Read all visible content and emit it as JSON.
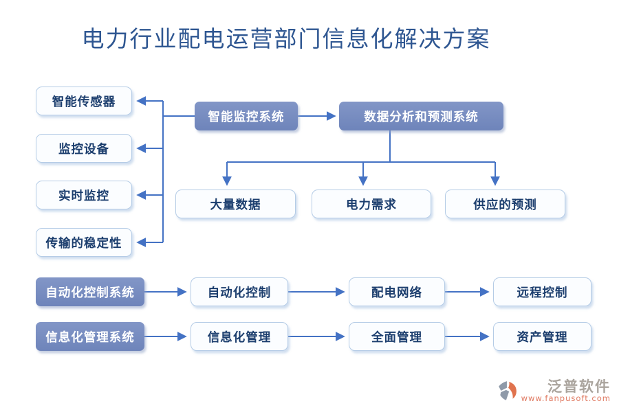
{
  "title": "电力行业配电运营部门信息化解决方案",
  "colors": {
    "title_text": "#2e5691",
    "connector": "#4472c4",
    "solid_box_fill": "#7589bf",
    "solid_box_text": "#ffffff",
    "light_box_border": "#b5cce6",
    "light_box_text": "#1c3e6e",
    "logo_gray": "#8f9aa9",
    "logo_orange": "#e0734e",
    "logo_url_color": "#e07a62"
  },
  "monitoring_flow": {
    "hub": "智能监控系统",
    "analysis": "数据分析和预测系统",
    "inputs": [
      "智能传感器",
      "监控设备",
      "实时监控",
      "传输的稳定性"
    ],
    "outputs": [
      "大量数据",
      "电力需求",
      "供应的预测"
    ]
  },
  "system_rows": [
    {
      "system": "自动化控制系统",
      "steps": [
        "自动化控制",
        "配电网络",
        "远程控制"
      ]
    },
    {
      "system": "信息化管理系统",
      "steps": [
        "信息化管理",
        "全面管理",
        "资产管理"
      ]
    }
  ],
  "logo": {
    "brand": "泛普软件",
    "website": "www.fanpusoft.com"
  }
}
